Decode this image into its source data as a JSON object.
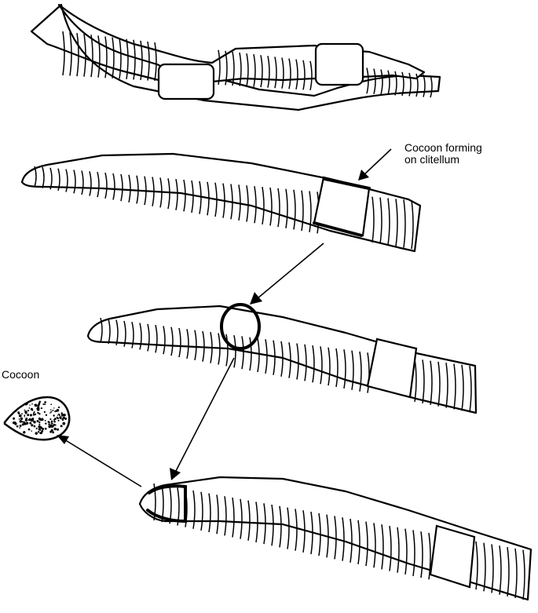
{
  "labels": {
    "cocoon_forming": [
      "Cocoon forming",
      "on clitellum"
    ],
    "cocoon": "Cocoon"
  },
  "colors": {
    "ink": "#000000",
    "paper": "#ffffff"
  }
}
